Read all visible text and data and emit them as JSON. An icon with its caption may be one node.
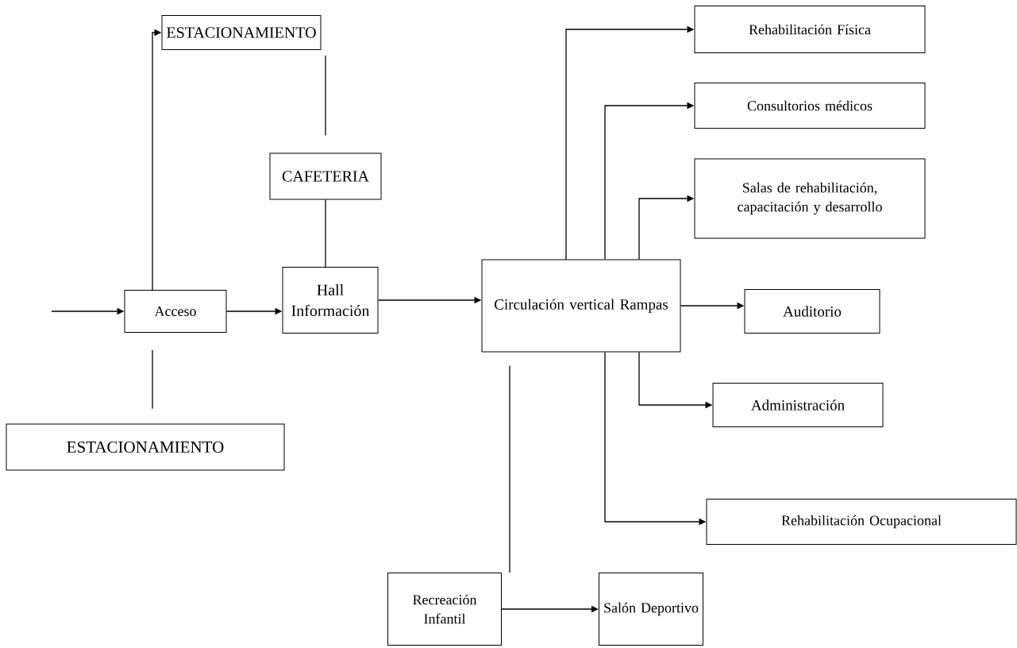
{
  "diagram": {
    "nodes": [
      {
        "text": [
          "ESTACIONAMIENTO"
        ]
      },
      {
        "text": [
          "CAFETERIA"
        ]
      },
      {
        "text": [
          "Acceso"
        ]
      },
      {
        "text": [
          "Hall Información"
        ]
      },
      {
        "text": [
          "Circulación vertical Rampas"
        ]
      },
      {
        "text": [
          "Rehabilitación Física"
        ]
      },
      {
        "text": [
          "Consultorios médicos"
        ]
      },
      {
        "text": [
          "Salas de rehabilitación, capacitación y desarrollo"
        ]
      },
      {
        "text": [
          "Auditorio"
        ]
      },
      {
        "text": [
          "Administración"
        ]
      },
      {
        "text": [
          "Rehabilitación Ocupacional"
        ]
      },
      {
        "text": [
          "ESTACIONAMIENTO"
        ]
      },
      {
        "text": [
          "Recreación Infantil"
        ]
      },
      {
        "text": [
          "Salón Deportivo"
        ]
      }
    ],
    "edges": [
      {
        "from": null,
        "to": 2,
        "arrow": "to"
      },
      {
        "from": 2,
        "to": 0,
        "arrow": "to"
      },
      {
        "from": 2,
        "to": 11,
        "arrow": "none"
      },
      {
        "from": 0,
        "to": 1,
        "arrow": "none"
      },
      {
        "from": 1,
        "to": 3,
        "arrow": "none"
      },
      {
        "from": 2,
        "to": 3,
        "arrow": "to"
      },
      {
        "from": 3,
        "to": 4,
        "arrow": "to"
      },
      {
        "from": 4,
        "to": 5,
        "arrow": "to"
      },
      {
        "from": 4,
        "to": 6,
        "arrow": "to"
      },
      {
        "from": 4,
        "to": 7,
        "arrow": "to"
      },
      {
        "from": 4,
        "to": 8,
        "arrow": "to"
      },
      {
        "from": 4,
        "to": 9,
        "arrow": "to"
      },
      {
        "from": 4,
        "to": 10,
        "arrow": "to"
      },
      {
        "from": 4,
        "to": 12,
        "arrow": "none"
      },
      {
        "from": 12,
        "to": 13,
        "arrow": "to"
      }
    ]
  }
}
